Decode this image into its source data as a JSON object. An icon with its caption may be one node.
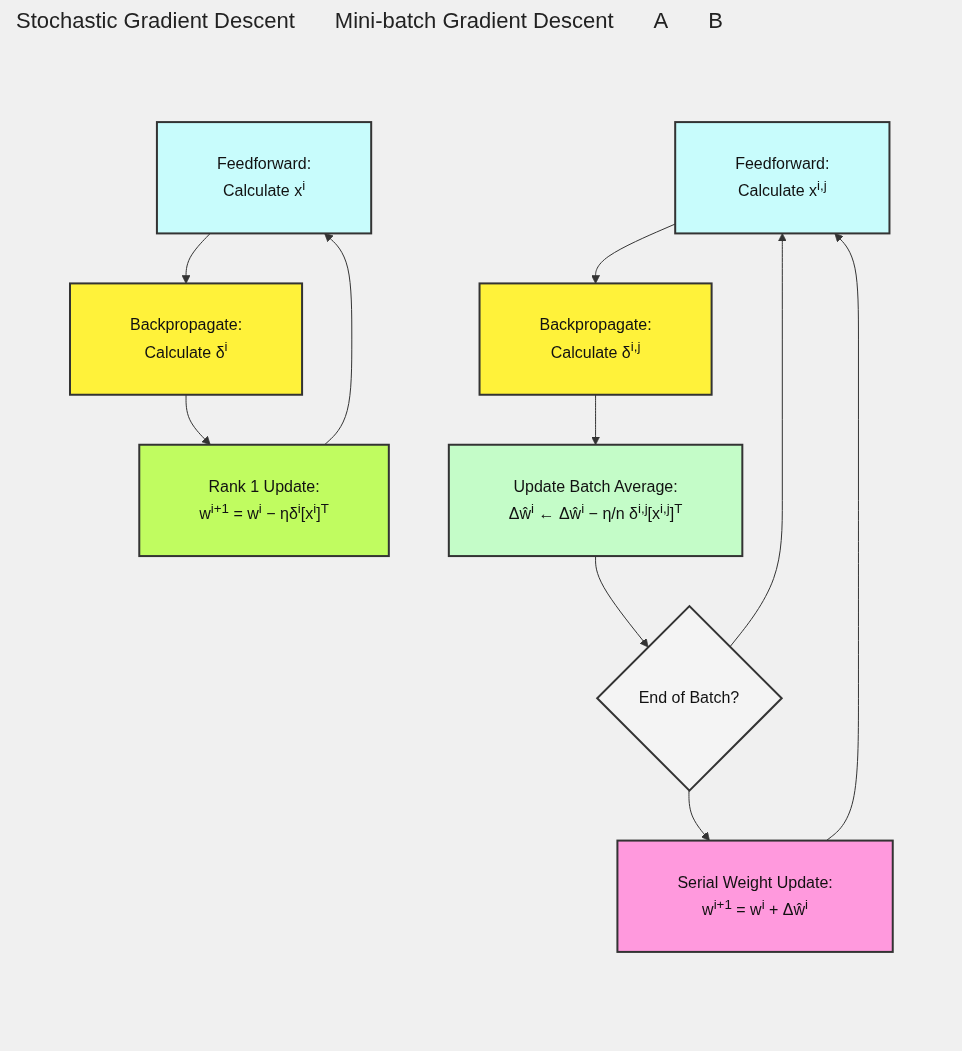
{
  "diagram": {
    "nodes": [
      {
        "text": [
          "Feedforward:",
          "Calculate x$^{i}$"
        ]
      },
      {
        "text": [
          "Backpropagate:",
          "Calculate δ$^{i}$"
        ]
      },
      {
        "text": [
          "Rank 1 Update:",
          "w$^{i+1}$ = w$^{i}$ − ηδ$^{i}$[x$^{i}$]$^{T}$"
        ]
      },
      {
        "text": [
          "Feedforward:",
          "Calculate x$^{i,j}$"
        ]
      },
      {
        "text": [
          "Backpropagate:",
          "Calculate δ$^{i,j}$"
        ]
      },
      {
        "text": [
          "Update Batch Average:",
          "Δŵ$^{i}$ ← Δŵ$^{i}$ − η/n δ$^{i,j}$[x$^{i,j}$]$^{T}$"
        ]
      },
      {
        "text": [
          "End of Batch?"
        ]
      },
      {
        "text": [
          "Serial Weight Update:",
          "w$^{i+1}$ = w$^{i}$ + Δŵ$^{i}$"
        ]
      }
    ],
    "edges": [
      {
        "from": 0,
        "to": 1,
        "arrow": "to"
      },
      {
        "from": 1,
        "to": 2,
        "arrow": "to"
      },
      {
        "from": 2,
        "to": 0,
        "arrow": "to"
      },
      {
        "from": 3,
        "to": 4,
        "arrow": "to"
      },
      {
        "from": 4,
        "to": 5,
        "arrow": "to"
      },
      {
        "from": 5,
        "to": 6,
        "arrow": "to"
      },
      {
        "from": 6,
        "to": 3,
        "arrow": "to"
      },
      {
        "from": 6,
        "to": 7,
        "arrow": "to"
      },
      {
        "from": 7,
        "to": 3,
        "arrow": "to"
      }
    ],
    "labels": [
      "Stochastic Gradient Descent",
      "Mini-batch Gradient Descent",
      "A",
      "B"
    ]
  }
}
